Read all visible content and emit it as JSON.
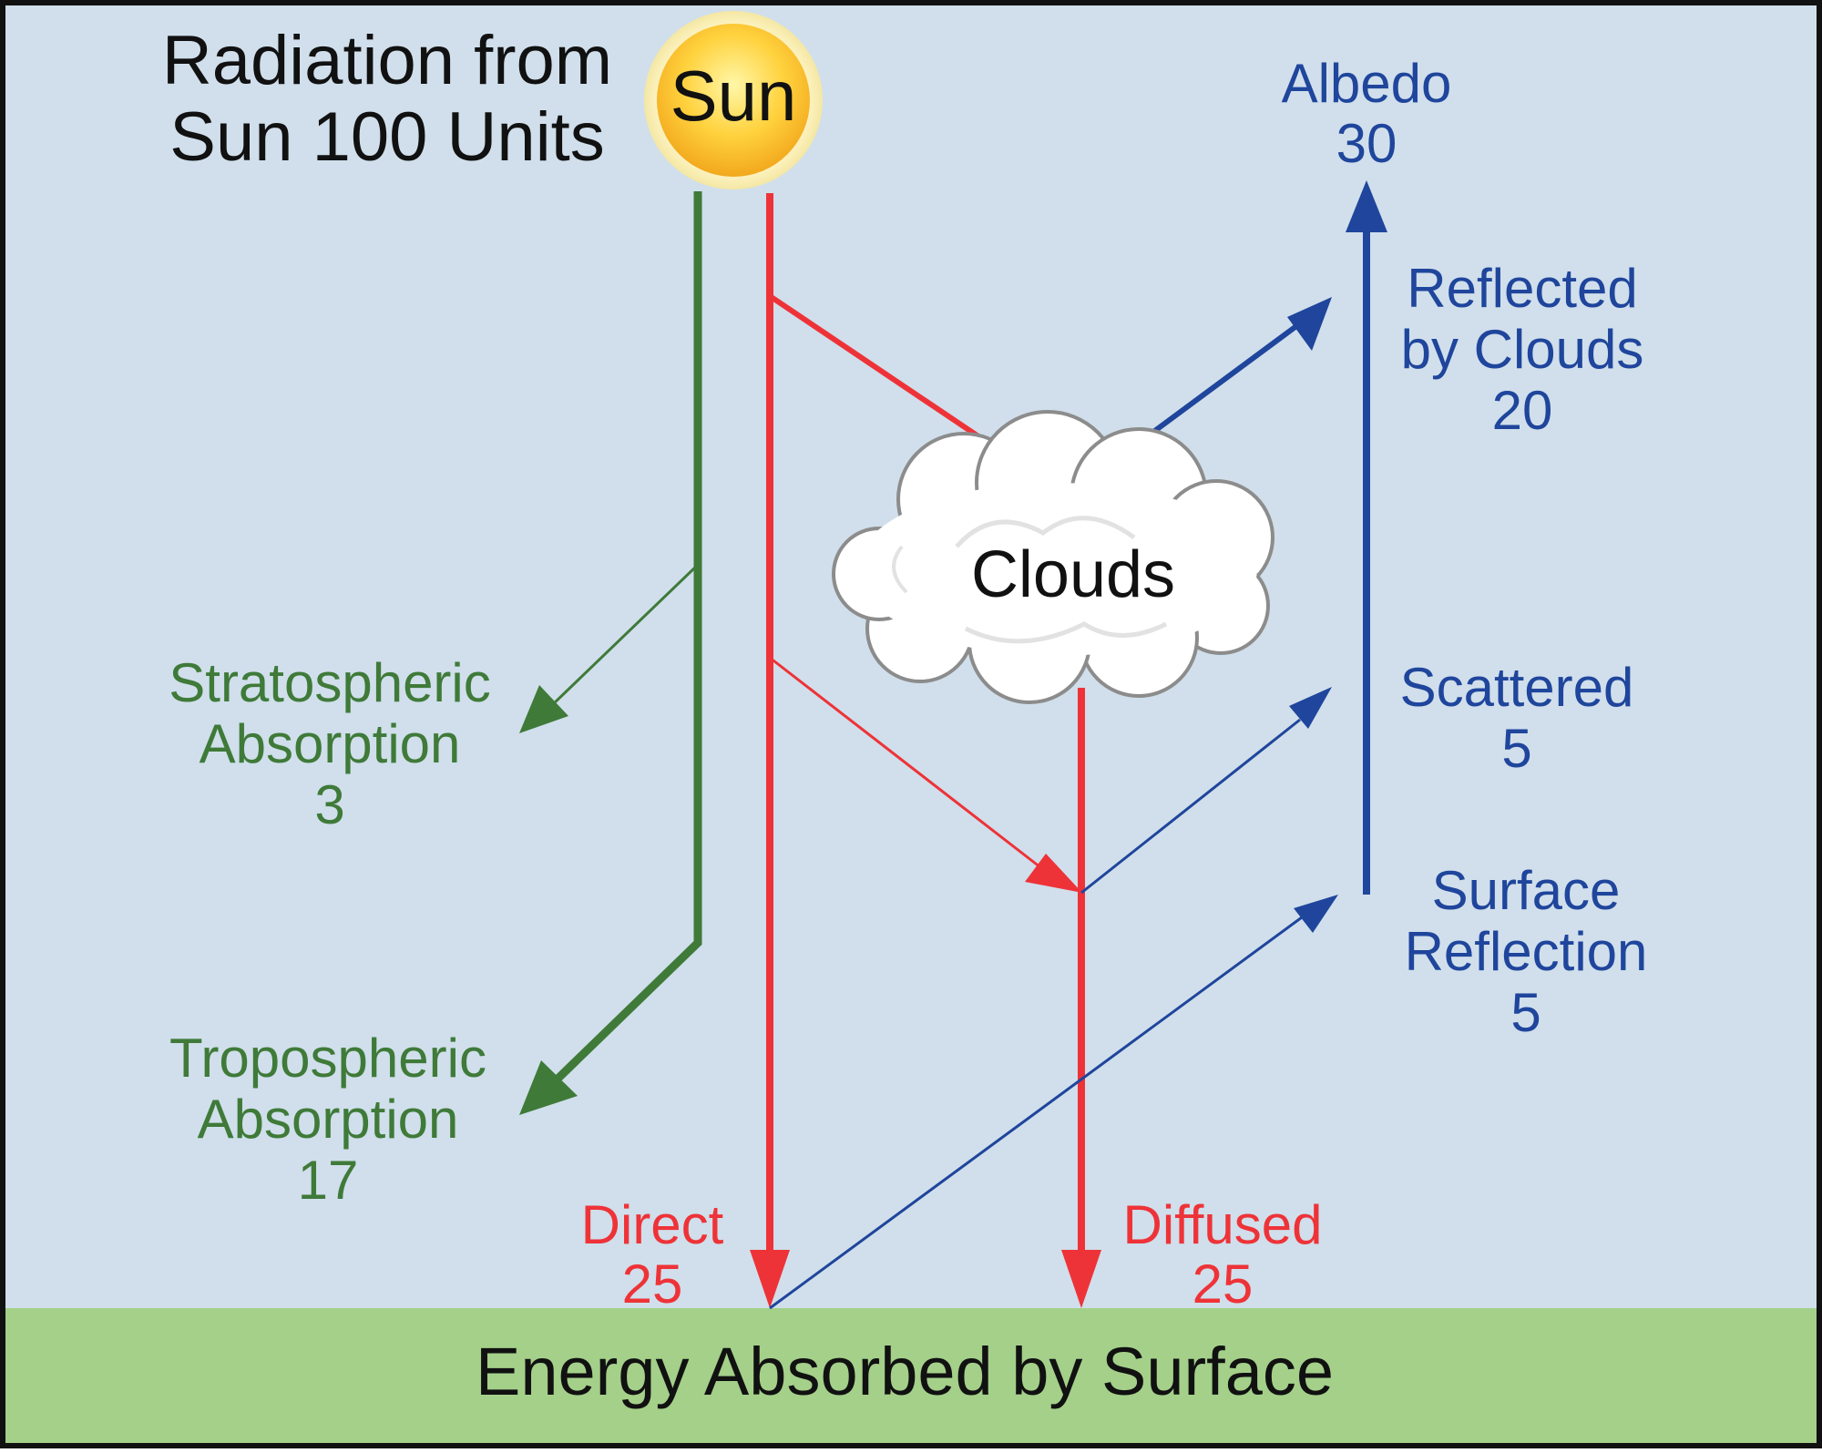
{
  "title": {
    "line1": "Radiation from",
    "line2": "Sun 100 Units"
  },
  "sun": {
    "label": "Sun"
  },
  "clouds": {
    "label": "Clouds"
  },
  "surface": {
    "label": "Energy Absorbed by Surface"
  },
  "flows": {
    "stratospheric": {
      "line1": "Stratospheric",
      "line2": "Absorption",
      "value": "3"
    },
    "tropospheric": {
      "line1": "Tropospheric",
      "line2": "Absorption",
      "value": "17"
    },
    "direct": {
      "label": "Direct",
      "value": "25"
    },
    "diffused": {
      "label": "Diffused",
      "value": "25"
    },
    "albedo": {
      "label": "Albedo",
      "value": "30"
    },
    "reflected_clouds": {
      "line1": "Reflected",
      "line2": "by Clouds",
      "value": "20"
    },
    "scattered": {
      "label": "Scattered",
      "value": "5"
    },
    "surface_reflection": {
      "line1": "Surface",
      "line2": "Reflection",
      "value": "5"
    }
  },
  "colors": {
    "background": "#d0dfeb",
    "surface_band": "#a4d08a",
    "absorption": "#3f7a39",
    "incoming": "#ee3338",
    "reflected": "#1f459c",
    "text": "#111111"
  }
}
